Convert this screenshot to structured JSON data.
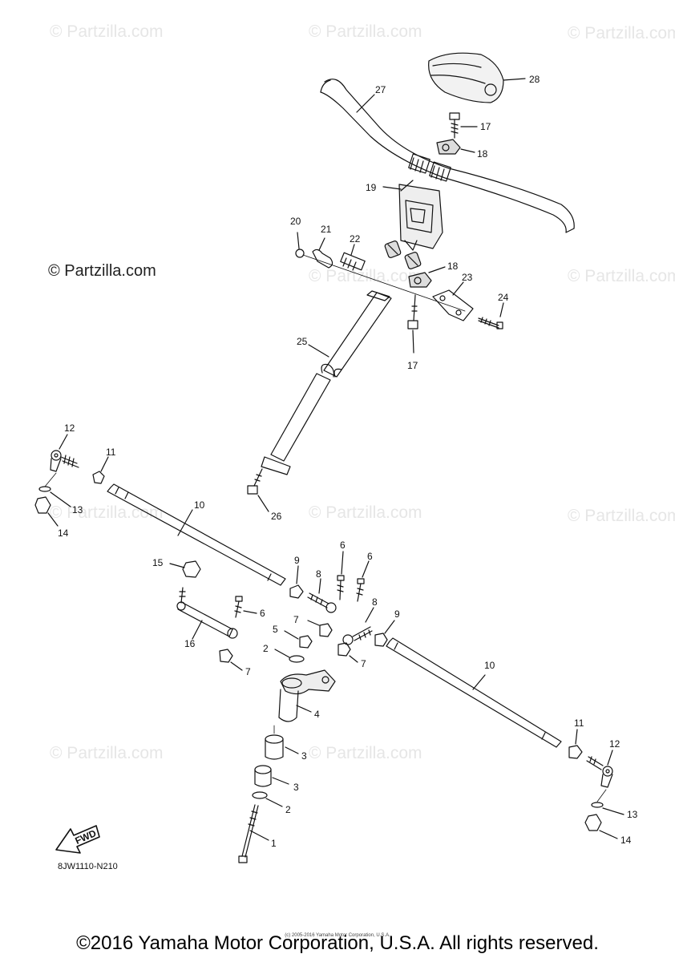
{
  "watermarks": [
    "© Partzilla.com",
    "© Partzilla.com",
    "© Partzilla.com",
    "© Partzilla.com",
    "© Partzilla.com",
    "© Partzilla.com",
    "© Partzilla.com",
    "© Partzilla.com",
    "© Partzilla.com",
    "© Partzilla.com"
  ],
  "brand_watermark": "© Partzilla.com",
  "diagram_code": "8JW1110-N210",
  "fwd_label": "FWD",
  "fine_print": "(c) 2005-2016 Yamaha Motor Corporation, U.S.A.",
  "copyright": "©2016 Yamaha Motor Corporation, U.S.A. All rights reserved.",
  "callouts": {
    "c28": "28",
    "c27": "27",
    "c17a": "17",
    "c18a": "18",
    "c19": "19",
    "c20": "20",
    "c21": "21",
    "c22": "22",
    "c18b": "18",
    "c23": "23",
    "c24": "24",
    "c25": "25",
    "c17b": "17",
    "c12a": "12",
    "c11a": "11",
    "c13a": "13",
    "c14a": "14",
    "c10a": "10",
    "c26": "26",
    "c15": "15",
    "c9a": "9",
    "c6a": "6",
    "c6b": "6",
    "c8a": "8",
    "c16": "16",
    "c6c": "6",
    "c7a": "7",
    "c5": "5",
    "c2a": "2",
    "c7b": "7",
    "c8b": "8",
    "c9b": "9",
    "c7c": "7",
    "c4": "4",
    "c10b": "10",
    "c3a": "3",
    "c3b": "3",
    "c2b": "2",
    "c1": "1",
    "c11b": "11",
    "c12b": "12",
    "c13b": "13",
    "c14b": "14"
  }
}
